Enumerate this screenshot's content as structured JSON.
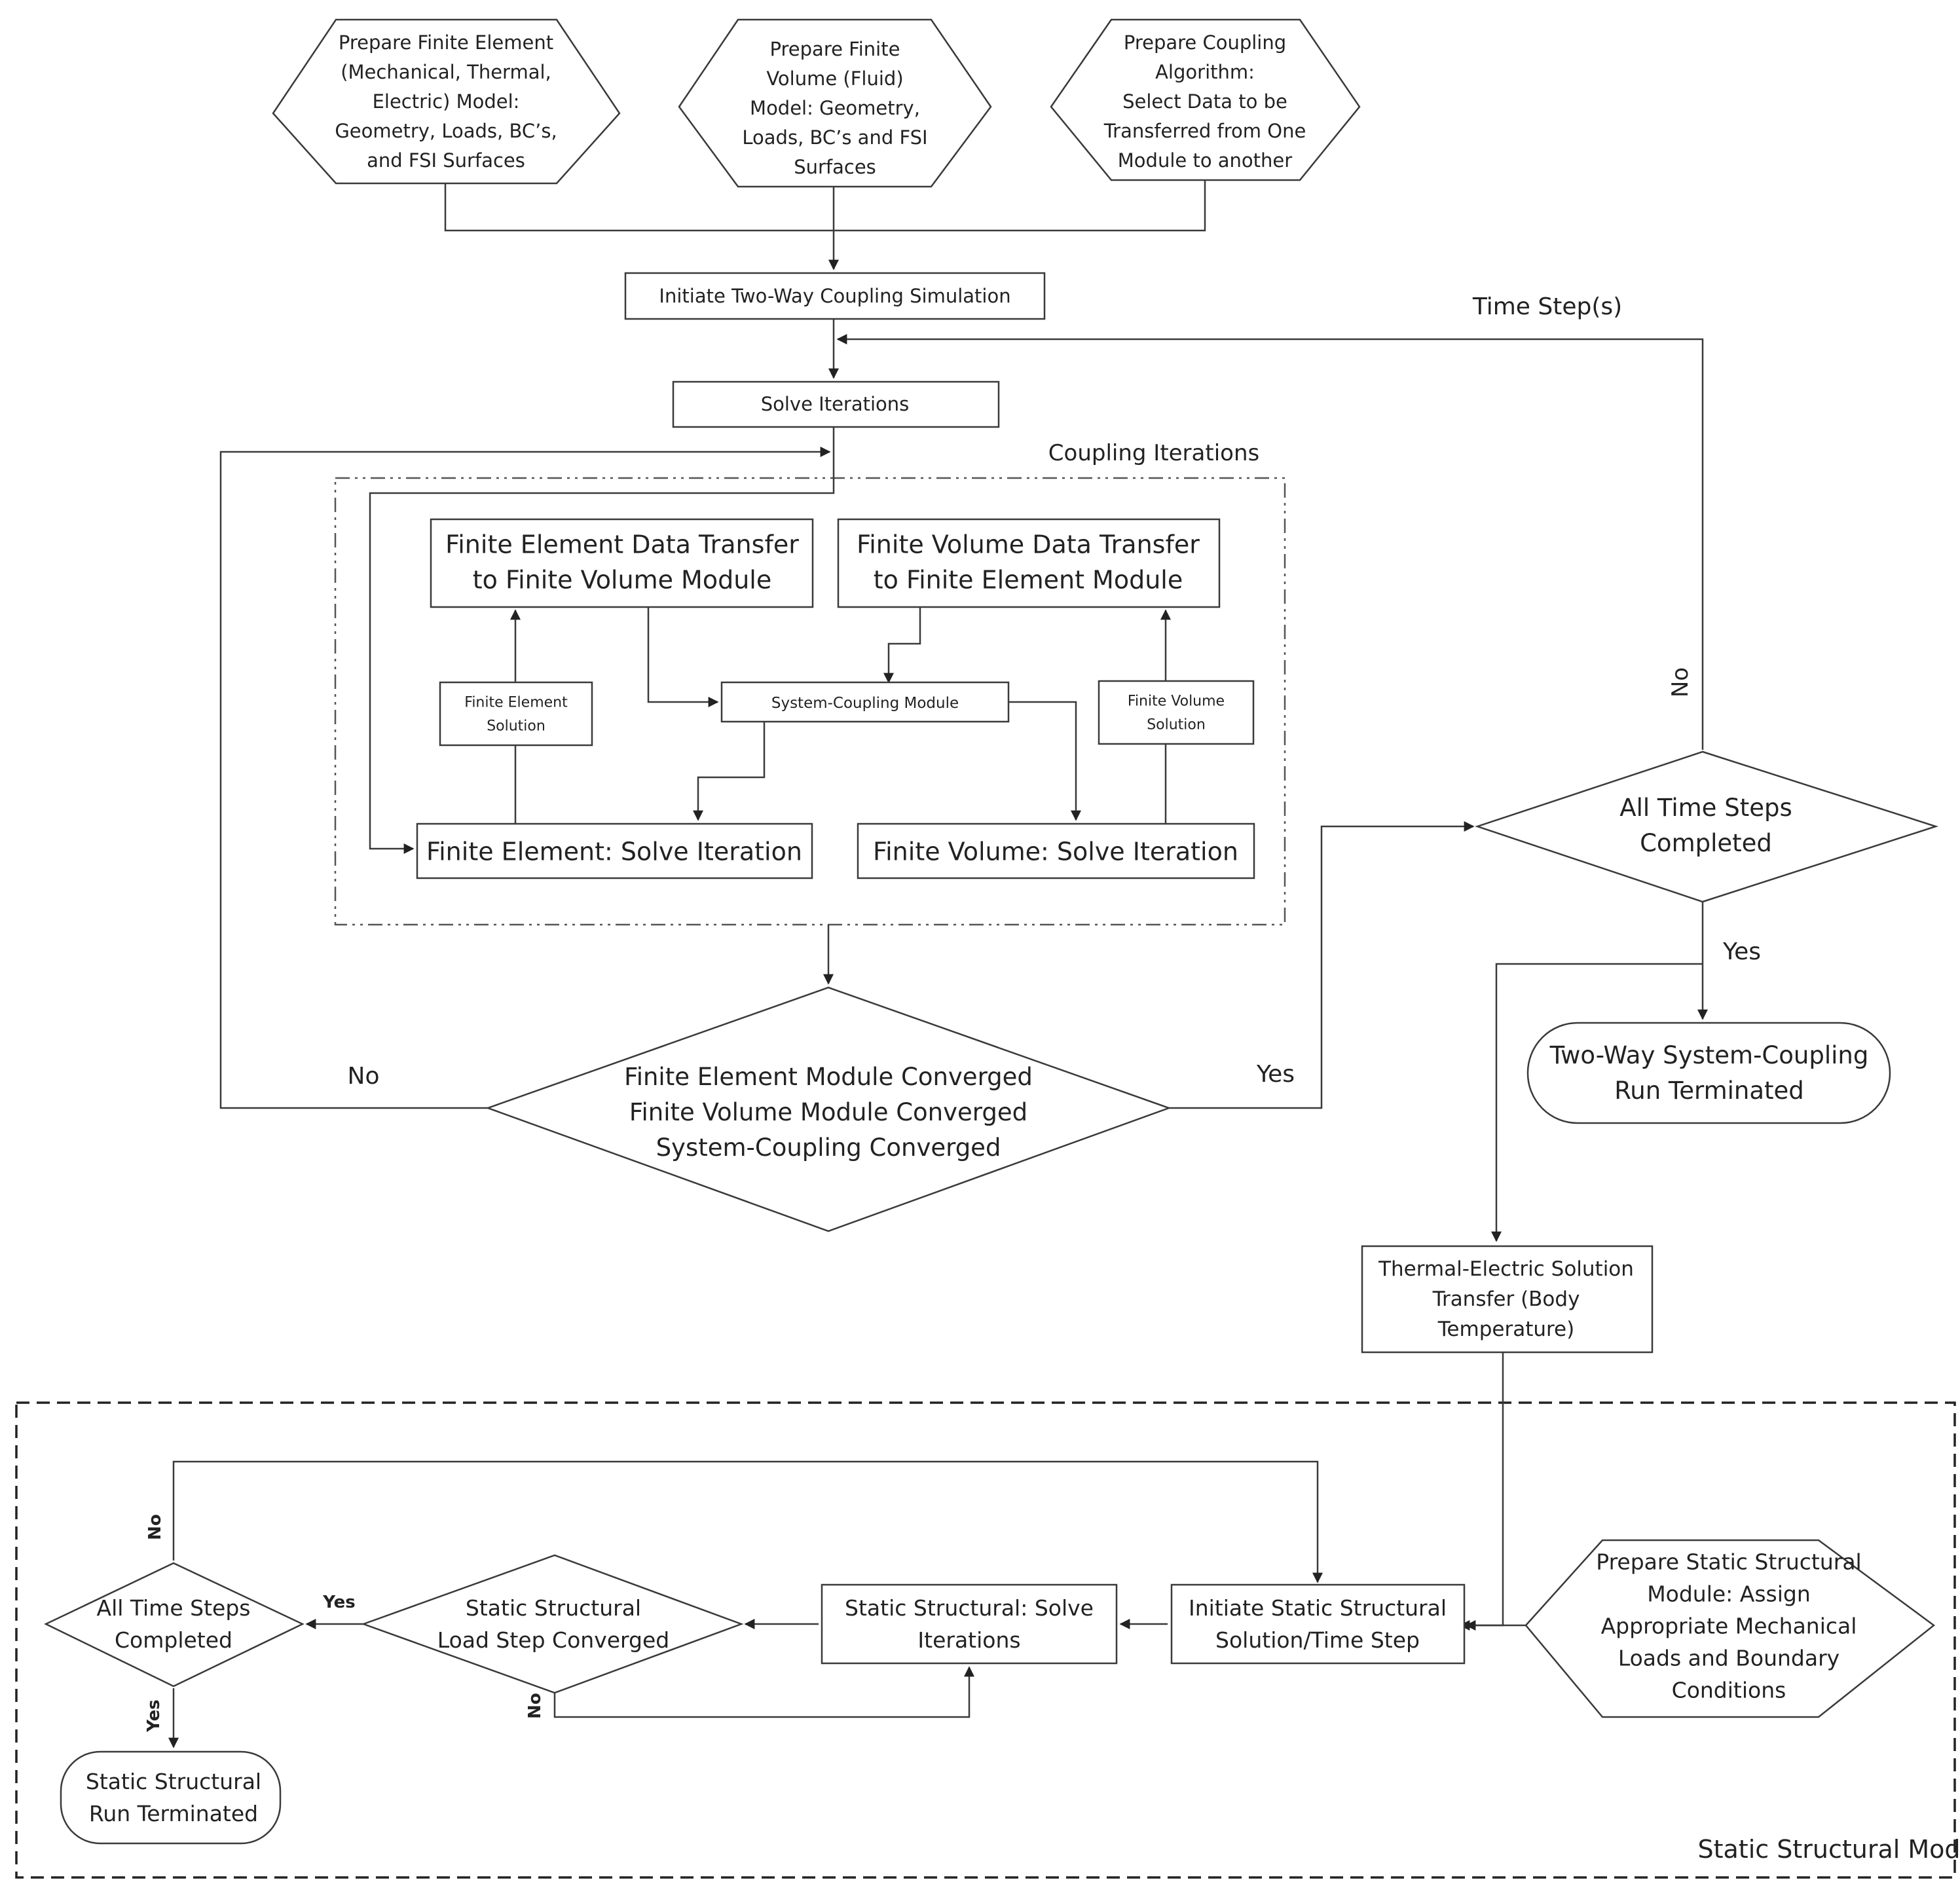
{
  "nodes": {
    "prep_fe": [
      "Prepare Finite Element",
      "(Mechanical, Thermal,",
      "Electric) Model:",
      "Geometry, Loads, BC’s,",
      "and FSI Surfaces"
    ],
    "prep_fv": [
      "Prepare Finite",
      "Volume (Fluid)",
      "Model: Geometry,",
      "Loads, BC’s and FSI",
      "Surfaces"
    ],
    "prep_coupling": [
      "Prepare Coupling",
      "Algorithm:",
      "Select Data to be",
      "Transferred from One",
      "Module to another"
    ],
    "initiate": [
      "Initiate Two-Way Coupling Simulation"
    ],
    "solve_iter": [
      "Solve Iterations"
    ],
    "fe_transfer": [
      "Finite Element Data Transfer",
      "to Finite Volume Module"
    ],
    "fv_transfer": [
      "Finite Volume Data Transfer",
      "to Finite Element Module"
    ],
    "fe_solution": [
      "Finite Element",
      "Solution"
    ],
    "fv_solution": [
      "Finite Volume",
      "Solution"
    ],
    "sys_module": [
      "System-Coupling Module"
    ],
    "fe_solve": [
      "Finite Element: Solve Iteration"
    ],
    "fv_solve": [
      "Finite Volume: Solve Iteration"
    ],
    "converged": [
      "Finite Element Module Converged",
      "Finite Volume Module  Converged",
      "System-Coupling Converged"
    ],
    "all_steps_top": [
      "All Time Steps",
      "Completed"
    ],
    "terminated_top": [
      "Two-Way System-Coupling",
      "Run Terminated"
    ],
    "thermal_transfer": [
      "Thermal-Electric Solution",
      "Transfer (Body",
      "Temperature)"
    ],
    "prep_static": [
      "Prepare Static Structural",
      "Module: Assign",
      "Appropriate Mechanical",
      "Loads and Boundary",
      "Conditions"
    ],
    "init_static": [
      "Initiate Static Structural",
      "Solution/Time Step"
    ],
    "static_solve": [
      "Static Structural: Solve",
      "Iterations"
    ],
    "load_converged": [
      "Static Structural",
      "Load Step Converged"
    ],
    "all_steps_bottom": [
      "All Time Steps",
      "Completed"
    ],
    "terminated_bottom": [
      "Static Structural",
      "Run Terminated"
    ]
  },
  "labels": {
    "coupling_iterations": "Coupling Iterations",
    "time_steps": "Time Step(s)",
    "no_left": "No",
    "yes_right": "Yes",
    "no_vertical": "No",
    "yes_top": "Yes",
    "static_model": "Static Structural Model",
    "no_bottom_top": "No",
    "yes_bottom_mid": "Yes",
    "yes_bottom_down": "Yes",
    "no_bottom_loop": "No"
  }
}
